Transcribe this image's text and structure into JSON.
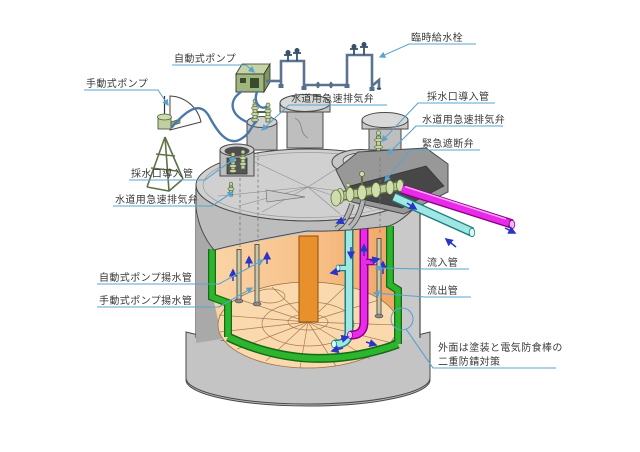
{
  "diagram": {
    "type": "earthquake-resistant underground water storage tank cutaway illustration"
  },
  "labels": {
    "auto_pump": "自動式ポンプ",
    "manual_pump": "手動式ポンプ",
    "air_vent_top": "水道用急速排気弁",
    "temporary_tap": "臨時給水栓",
    "intake_pipe_right": "採水口導入管",
    "air_vent_right": "水道用急速排気弁",
    "emergency_shutoff_valve": "緊急遮断弁",
    "intake_pipe_left": "採水口導入管",
    "air_vent_left": "水道用急速排気弁",
    "auto_pump_riser": "自動式ポンプ揚水管",
    "manual_pump_riser": "手動式ポンプ揚水管",
    "inflow_pipe": "流入管",
    "outflow_pipe": "流出管",
    "coating_note_line1": "外面は塗装と電気防食棒の",
    "coating_note_line2": "二重防錆対策"
  },
  "colors": {
    "leader_blue": "#5ba3cf",
    "flow_arrow_blue": "#2a35c8",
    "inflow_pipe_cyan": "#9fe7e2",
    "outflow_pipe_magenta": "#e92ae9",
    "lining_green": "#2db52d",
    "interior_orange": "#f7be85",
    "floor_orange": "#fbd9ae",
    "column_orange": "#e8912c",
    "tank_gray": "#c9c9c9",
    "label_text": "#3a3a3a"
  }
}
